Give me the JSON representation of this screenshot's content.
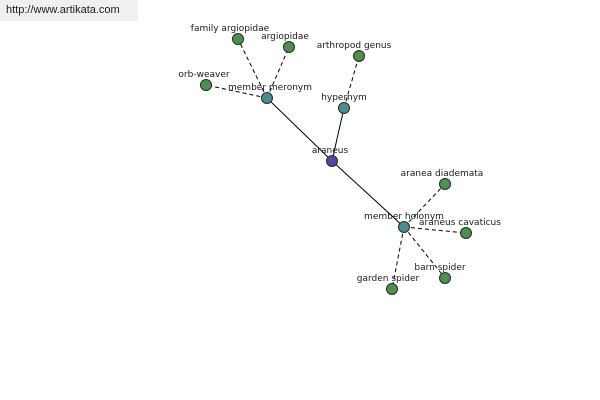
{
  "source": {
    "text": "http://www.artikata.com"
  },
  "colors": {
    "center_node": "#4a4a9e",
    "relation_node": "#4a8e8e",
    "leaf_node": "#4e8e4e"
  },
  "graph": {
    "nodes": [
      {
        "id": "araneus",
        "label": "araneus",
        "kind": "center"
      },
      {
        "id": "member-meronym",
        "label": "member meronym",
        "kind": "relation"
      },
      {
        "id": "hypernym",
        "label": "hypernym",
        "kind": "relation"
      },
      {
        "id": "member-holonym",
        "label": "member holonym",
        "kind": "relation"
      },
      {
        "id": "family-argiopidae",
        "label": "family argiopidae",
        "kind": "leaf"
      },
      {
        "id": "argiopidae",
        "label": "argiopidae",
        "kind": "leaf"
      },
      {
        "id": "orb-weaver",
        "label": "orb-weaver",
        "kind": "leaf"
      },
      {
        "id": "arthropod-genus",
        "label": "arthropod genus",
        "kind": "leaf"
      },
      {
        "id": "aranea-diademata",
        "label": "aranea diademata",
        "kind": "leaf"
      },
      {
        "id": "araneus-cavaticus",
        "label": "araneus cavaticus",
        "kind": "leaf"
      },
      {
        "id": "barn-spider",
        "label": "barn spider",
        "kind": "leaf"
      },
      {
        "id": "garden-spider",
        "label": "garden spider",
        "kind": "leaf"
      }
    ],
    "edges": [
      {
        "from": "araneus",
        "to": "member-meronym",
        "style": "solid"
      },
      {
        "from": "araneus",
        "to": "hypernym",
        "style": "solid"
      },
      {
        "from": "araneus",
        "to": "member-holonym",
        "style": "solid"
      },
      {
        "from": "member-meronym",
        "to": "family-argiopidae",
        "style": "dashed"
      },
      {
        "from": "member-meronym",
        "to": "argiopidae",
        "style": "dashed"
      },
      {
        "from": "member-meronym",
        "to": "orb-weaver",
        "style": "dashed"
      },
      {
        "from": "hypernym",
        "to": "arthropod-genus",
        "style": "dashed"
      },
      {
        "from": "member-holonym",
        "to": "aranea-diademata",
        "style": "dashed"
      },
      {
        "from": "member-holonym",
        "to": "araneus-cavaticus",
        "style": "dashed"
      },
      {
        "from": "member-holonym",
        "to": "barn-spider",
        "style": "dashed"
      },
      {
        "from": "member-holonym",
        "to": "garden-spider",
        "style": "dashed"
      }
    ]
  }
}
